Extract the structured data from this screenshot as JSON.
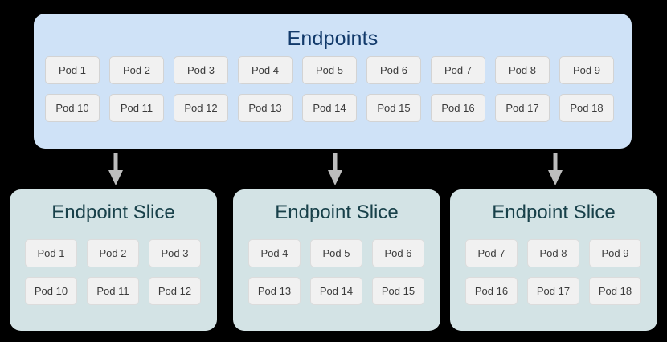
{
  "colors": {
    "background": "#000000",
    "endpoints_fill": "#cfe2f7",
    "endpoints_title": "#123a6b",
    "slice_fill": "#d3e3e5",
    "slice_title": "#18414a",
    "pod_fill": "#f1f1f1",
    "pod_border": "#d3d3d3",
    "pod_text": "#3b3b3b",
    "arrow": "#bdbdbd"
  },
  "endpoints": {
    "title": "Endpoints",
    "rows": [
      [
        "Pod 1",
        "Pod 2",
        "Pod 3",
        "Pod 4",
        "Pod 5",
        "Pod 6",
        "Pod 7",
        "Pod 8",
        "Pod 9"
      ],
      [
        "Pod 10",
        "Pod 11",
        "Pod 12",
        "Pod 13",
        "Pod 14",
        "Pod 15",
        "Pod 16",
        "Pod 17",
        "Pod 18"
      ]
    ]
  },
  "arrows": [
    {
      "name": "arrow-to-slice-1"
    },
    {
      "name": "arrow-to-slice-2"
    },
    {
      "name": "arrow-to-slice-3"
    }
  ],
  "slices": [
    {
      "title": "Endpoint Slice",
      "rows": [
        [
          "Pod 1",
          "Pod 2",
          "Pod 3"
        ],
        [
          "Pod 10",
          "Pod 11",
          "Pod 12"
        ]
      ]
    },
    {
      "title": "Endpoint Slice",
      "rows": [
        [
          "Pod 4",
          "Pod 5",
          "Pod 6"
        ],
        [
          "Pod 13",
          "Pod 14",
          "Pod 15"
        ]
      ]
    },
    {
      "title": "Endpoint Slice",
      "rows": [
        [
          "Pod 7",
          "Pod 8",
          "Pod 9"
        ],
        [
          "Pod 16",
          "Pod 17",
          "Pod 18"
        ]
      ]
    }
  ]
}
